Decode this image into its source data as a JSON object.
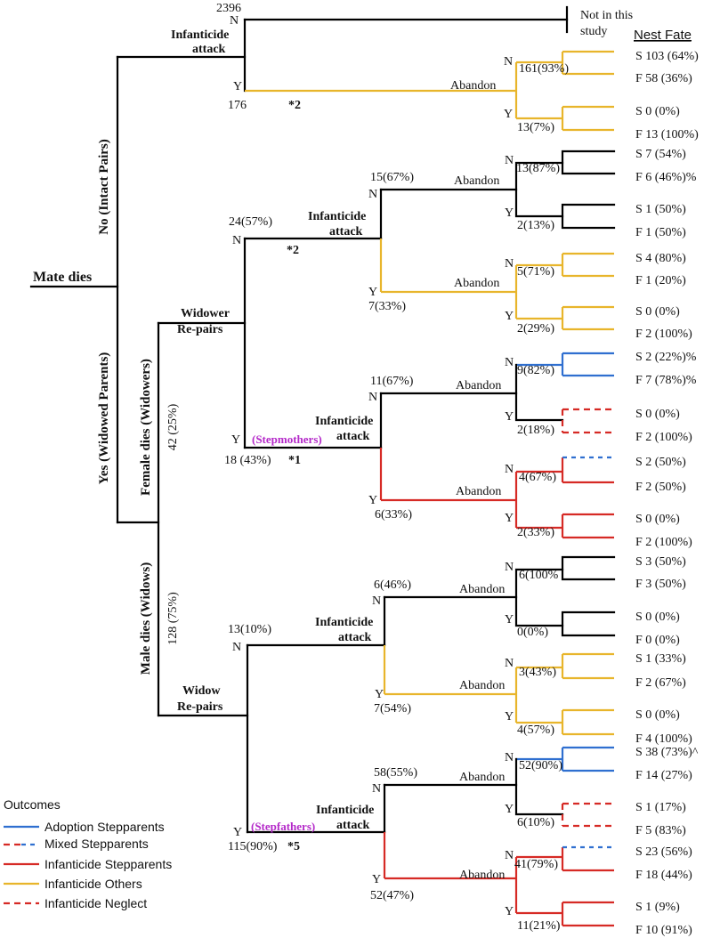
{
  "root": "Mate dies",
  "no_branch": {
    "label": "No",
    "paren": "Intact Pairs"
  },
  "yes_branch": {
    "label": "Yes",
    "paren": "Widowed Parents"
  },
  "female_dies": {
    "label": "Female dies",
    "paren": "Widowers",
    "count": "42 (25%)"
  },
  "male_dies": {
    "label": "Male dies",
    "paren": "Widows",
    "count": "128 (75%)"
  },
  "intact": {
    "node": "Infanticide attack",
    "n_count": "2396",
    "n_letter": "N",
    "y_count": "176",
    "y_letter": "Y",
    "not_in_study": "Not in this study",
    "note": "*2"
  },
  "widower": {
    "node1": "Widower",
    "node2": "Re-pairs",
    "n_count": "24(57%)",
    "y_count": "18 (43%)",
    "y_label": "(Stepmothers)",
    "n_note": "*2",
    "y_note": "*1"
  },
  "widow": {
    "node1": "Widow",
    "node2": "Re-pairs",
    "n_count": "13(10%)",
    "y_count": "115(90%)",
    "y_label": "(Stepfathers)",
    "y_note": "*5"
  },
  "labels": {
    "infanticide": "Infanticide",
    "attack": "attack",
    "abandon": "Abandon",
    "N": "N",
    "Y": "Y"
  },
  "counts": {
    "intact_ab_n": "161(93%)",
    "intact_ab_y": "13(7%)",
    "wr_n_inf_n": "15(67%)",
    "wr_n_inf_y": "7(33%)",
    "wr_n_ab1_n": "13(87%)",
    "wr_n_ab1_y": "2(13%)",
    "wr_n_ab2_n": "5(71%)",
    "wr_n_ab2_y": "2(29%)",
    "wr_y_inf_n": "11(67%)",
    "wr_y_inf_y": "6(33%)",
    "wr_y_ab1_n": "9(82%)",
    "wr_y_ab1_y": "2(18%)",
    "wr_y_ab2_n": "4(67%)",
    "wr_y_ab2_y": "2(33%)",
    "wd_n_inf_n": "6(46%)",
    "wd_n_inf_y": "7(54%)",
    "wd_n_ab1_n": "6(100%",
    "wd_n_ab1_y": "0(0%)",
    "wd_n_ab2_n": "3(43%)",
    "wd_n_ab2_y": "4(57%)",
    "wd_y_inf_n": "58(55%)",
    "wd_y_inf_y": "52(47%)",
    "wd_y_ab1_n": "52(90%)",
    "wd_y_ab1_y": "6(10%)",
    "wd_y_ab2_n": "41(79%)",
    "wd_y_ab2_y": "11(21%)"
  },
  "nest_fate_header": "Nest Fate",
  "leaves": [
    "S 103 (64%)",
    "F  58 (36%)",
    "S  0 (0%)",
    "F 13 (100%)",
    "S  7 (54%)",
    "F  6 (46%)%",
    "S  1 (50%)",
    "F  1 (50%)",
    "S  4 (80%)",
    "F  1 (20%)",
    "S  0 (0%)",
    "F  2 (100%)",
    "S  2 (22%)%",
    "F  7 (78%)%",
    "S  0 (0%)",
    "F  2 (100%)",
    "S  2 (50%)",
    "F  2 (50%)",
    "S  0 (0%)",
    "F  2 (100%)",
    "S  3 (50%)",
    "F  3 (50%)",
    "S  0 (0%)",
    "F  0 (0%)",
    "S  1 (33%)",
    "F 2 (67%)",
    "S  0 (0%)",
    "F  4 (100%)",
    "S  38 (73%)^",
    "F  14 (27%)",
    "S  1 (17%)",
    "F  5 (83%)",
    "S  23 (56%)",
    "F  18 (44%)",
    "S  1 (9%)",
    "F  10 (91%)"
  ],
  "legend": {
    "title": "Outcomes",
    "items": [
      {
        "label": "Adoption Stepparents",
        "color": "#2f6fd0"
      },
      {
        "label": "Mixed Stepparents",
        "color": "#d62a25"
      },
      {
        "label": "Infanticide Stepparents",
        "color": "#d62a25"
      },
      {
        "label": "Infanticide Others",
        "color": "#e8b52b"
      },
      {
        "label": "Infanticide Neglect",
        "color": "#d62a25"
      }
    ]
  }
}
